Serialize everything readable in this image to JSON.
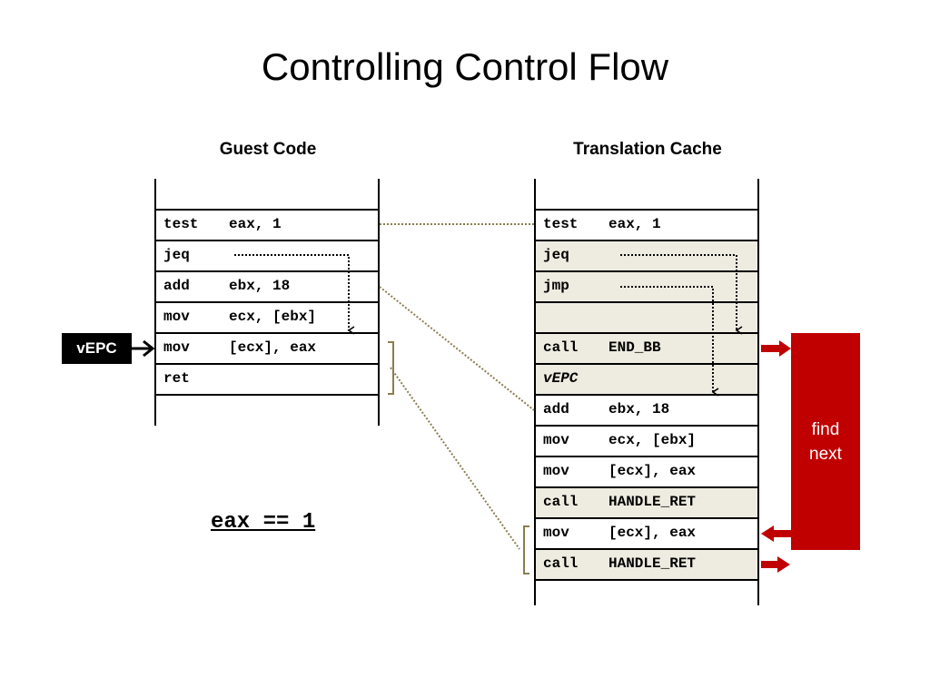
{
  "slide": {
    "title": "Controlling Control Flow"
  },
  "guest": {
    "header": "Guest Code",
    "rows": [
      {
        "op": "test",
        "args": "eax, 1"
      },
      {
        "op": "jeq",
        "args": ""
      },
      {
        "op": "add",
        "args": "ebx, 18"
      },
      {
        "op": "mov",
        "args": "ecx, [ebx]"
      },
      {
        "op": "mov",
        "args": "[ecx], eax"
      },
      {
        "op": "ret",
        "args": ""
      }
    ]
  },
  "cache": {
    "header": "Translation Cache",
    "rows": [
      {
        "op": "test",
        "args": "eax, 1"
      },
      {
        "op": "jeq",
        "args": ""
      },
      {
        "op": "jmp",
        "args": ""
      },
      {
        "op": "",
        "args": ""
      },
      {
        "op": "call",
        "args": "END_BB"
      },
      {
        "op": "vEPC",
        "args": ""
      },
      {
        "op": "add",
        "args": "ebx, 18"
      },
      {
        "op": "mov",
        "args": "ecx, [ebx]"
      },
      {
        "op": "mov",
        "args": "[ecx], eax"
      },
      {
        "op": "call",
        "args": "HANDLE_RET"
      },
      {
        "op": "mov",
        "args": "[ecx], eax"
      },
      {
        "op": "call",
        "args": "HANDLE_RET"
      }
    ]
  },
  "pointer": {
    "label": "vEPC"
  },
  "find_next": {
    "line1": "find",
    "line2": "next"
  },
  "condition": "eax == 1",
  "colors": {
    "accent_red": "#c00000",
    "shaded_row": "#eeece1",
    "bracket": "#8b7d4f",
    "connector": "#8b7d4f"
  }
}
